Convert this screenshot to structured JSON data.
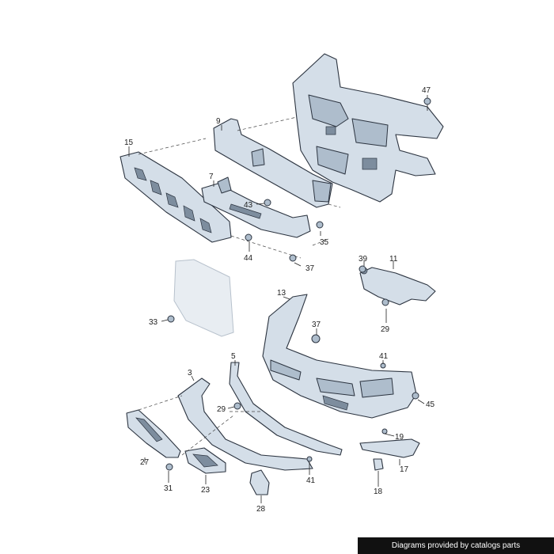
{
  "callouts": {
    "p47": "47",
    "p9": "9",
    "p15": "15",
    "p7": "7",
    "p43": "43",
    "p35": "35",
    "p44": "44",
    "p37a": "37",
    "p39": "39",
    "p11": "11",
    "p29a": "29",
    "p13": "13",
    "p33": "33",
    "p37b": "37",
    "p5": "5",
    "p41a": "41",
    "p3": "3",
    "p29b": "29",
    "p45": "45",
    "p19": "19",
    "p27": "27",
    "p17": "17",
    "p31": "31",
    "p23": "23",
    "p41b": "41",
    "p18": "18",
    "p28": "28"
  },
  "credit": "Diagrams provided by catalogs parts",
  "colors": {
    "part_fill": "#d4dee8",
    "outline": "#2c3440",
    "background": "#ffffff",
    "credit_bg": "#111111"
  }
}
